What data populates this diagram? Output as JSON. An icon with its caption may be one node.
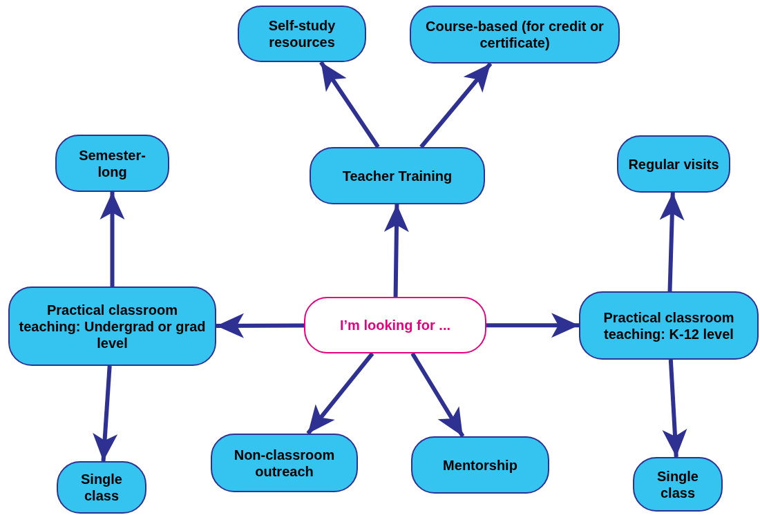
{
  "diagram": {
    "nodes": [
      {
        "text": [
          "I’m looking for ..."
        ]
      },
      {
        "text": [
          "Teacher Training"
        ]
      },
      {
        "text": [
          "Self-study resources"
        ]
      },
      {
        "text": [
          "Course-based (for credit or certificate)"
        ]
      },
      {
        "text": [
          "Semester-long"
        ]
      },
      {
        "text": [
          "Practical classroom teaching: Undergrad or grad level"
        ]
      },
      {
        "text": [
          "Single class"
        ]
      },
      {
        "text": [
          "Non-classroom outreach"
        ]
      },
      {
        "text": [
          "Mentorship"
        ]
      },
      {
        "text": [
          "Regular visits"
        ]
      },
      {
        "text": [
          "Practical classroom teaching: K-12 level"
        ]
      },
      {
        "text": [
          "Single class"
        ]
      }
    ],
    "edges": [
      {
        "from": 0,
        "to": 1,
        "arrow": "to"
      },
      {
        "from": 1,
        "to": 2,
        "arrow": "to"
      },
      {
        "from": 1,
        "to": 3,
        "arrow": "to"
      },
      {
        "from": 0,
        "to": 5,
        "arrow": "to"
      },
      {
        "from": 5,
        "to": 4,
        "arrow": "to"
      },
      {
        "from": 5,
        "to": 6,
        "arrow": "to"
      },
      {
        "from": 0,
        "to": 10,
        "arrow": "to"
      },
      {
        "from": 10,
        "to": 9,
        "arrow": "to"
      },
      {
        "from": 10,
        "to": 11,
        "arrow": "to"
      },
      {
        "from": 0,
        "to": 7,
        "arrow": "to"
      },
      {
        "from": 0,
        "to": 8,
        "arrow": "to"
      }
    ]
  }
}
